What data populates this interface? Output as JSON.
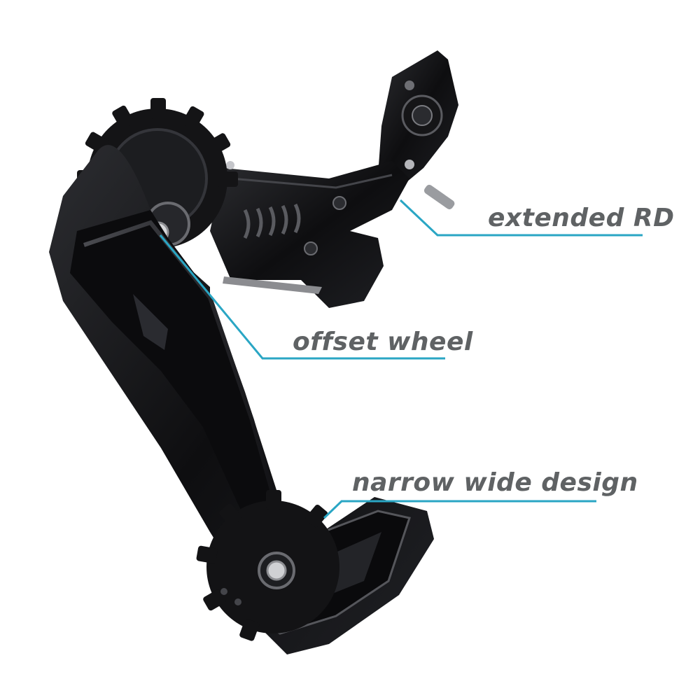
{
  "callouts": [
    {
      "id": "extended-rd",
      "text": "extended RD"
    },
    {
      "id": "offset-wheel",
      "text": "offset wheel"
    },
    {
      "id": "narrow-wide-design",
      "text": "narrow wide design"
    }
  ],
  "colors": {
    "background": "#ffffff",
    "label_text": "#5f6264",
    "leader_line": "#2aa6c4",
    "part_black": "#0d0d0f",
    "part_highlight": "#3a3b40"
  }
}
